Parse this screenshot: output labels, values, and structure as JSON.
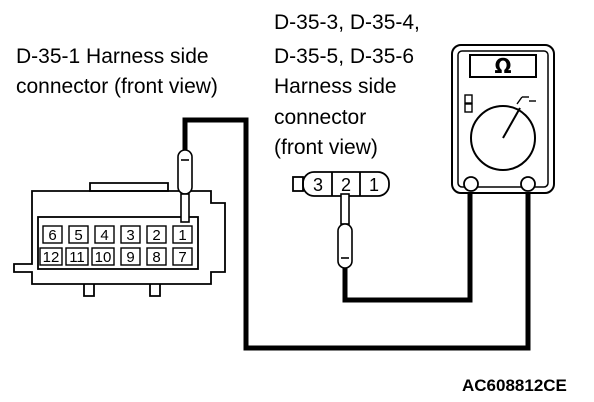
{
  "labels": {
    "left_connector": [
      "D-35-1 Harness side",
      "connector (front view)"
    ],
    "right_connector": [
      "D-35-3,  D-35-4,",
      "D-35-5, D-35-6",
      "Harness side",
      "connector",
      "(front view)"
    ],
    "figure_code": "AC608812CE"
  },
  "left_connector_pins": {
    "top_row": [
      "6",
      "5",
      "4",
      "3",
      "2",
      "1"
    ],
    "bottom_row": [
      "12",
      "11",
      "10",
      "9",
      "8",
      "7"
    ]
  },
  "right_connector_pins": [
    "3",
    "2",
    "1"
  ],
  "meter": {
    "unit_symbol": "Ω"
  }
}
